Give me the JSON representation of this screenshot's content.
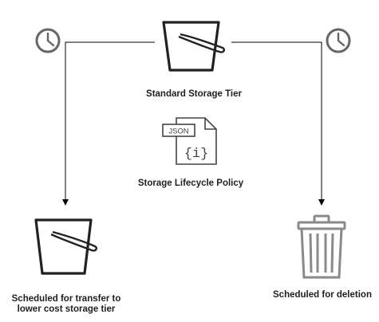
{
  "labels": {
    "standard_tier": "Standard Storage Tier",
    "lifecycle_policy": "Storage Lifecycle Policy",
    "transfer_line1": "Scheduled for transfer to",
    "transfer_line2": "lower cost storage tier",
    "deletion": "Scheduled for deletion"
  },
  "json_doc": {
    "tag": "JSON",
    "glyph": "{i}"
  },
  "icons": {
    "top_bucket": "bucket-icon",
    "bottom_bucket": "bucket-icon",
    "left_clock": "clock-icon",
    "right_clock": "clock-icon",
    "policy_document": "json-document-icon",
    "trash": "trash-icon"
  },
  "colors": {
    "icon_dark": "#222222",
    "icon_gray": "#666666",
    "trash_gray": "#8a8a8a",
    "line": "#000000",
    "text": "#1f1f1f"
  }
}
